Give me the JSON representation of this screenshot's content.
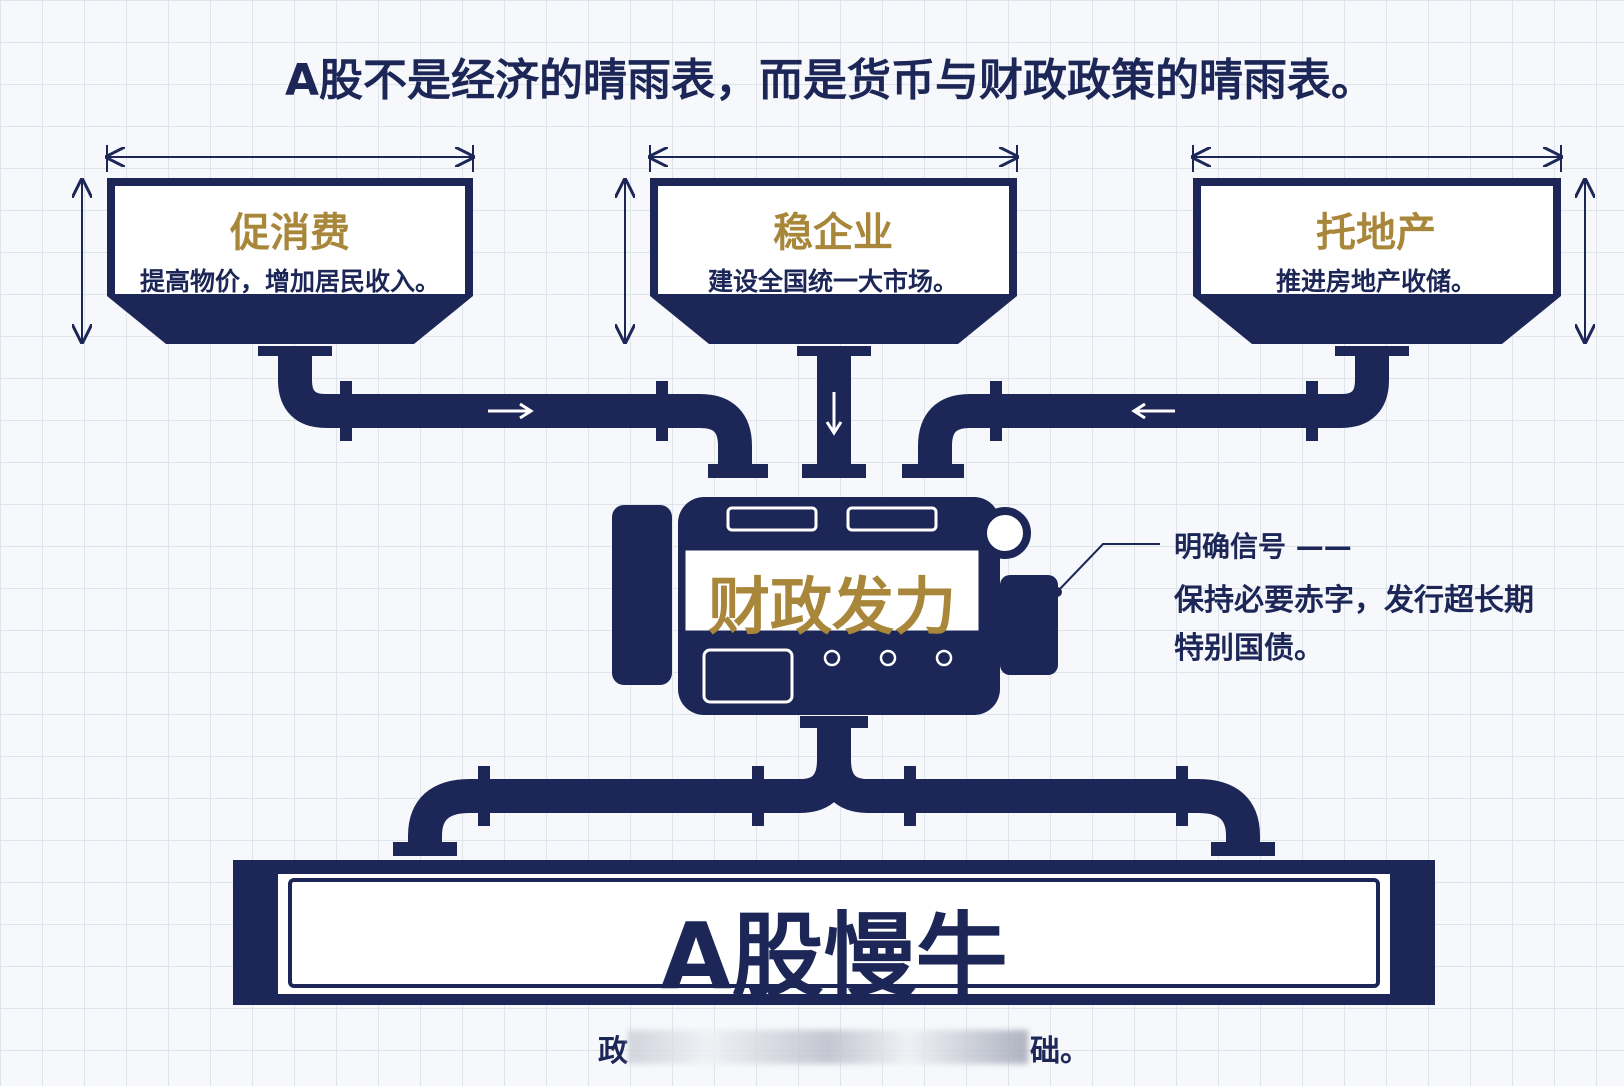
{
  "title": "A股不是经济的晴雨表，而是货币与财政政策的晴雨表。",
  "inputs": [
    {
      "heading": "促消费",
      "text": "提高物价，增加居民收入。"
    },
    {
      "heading": "稳企业",
      "text": "建设全国统一大市场。"
    },
    {
      "heading": "托地产",
      "text": "推进房地产收储。"
    }
  ],
  "engine": {
    "label": "财政发力"
  },
  "annotation": {
    "title": "明确信号 ——",
    "lines": [
      "保持必要赤字，发行超长期",
      "特别国债。"
    ]
  },
  "output": {
    "label": "A股慢牛"
  },
  "footer": {
    "start": "政",
    "end": "础。"
  },
  "colors": {
    "navy": "#1c2757",
    "gold": "#a8863a"
  }
}
